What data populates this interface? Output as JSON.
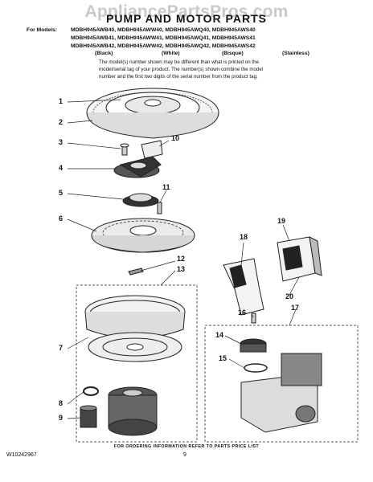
{
  "watermark": "AppliancePartsPros.com",
  "title": "PUMP AND MOTOR PARTS",
  "models": {
    "label": "For Models:",
    "lines": [
      "MDBH945AWB40, MDBH945AWW40, MDBH945AWQ40, MDBH945AWS40",
      "MDBH945AWB41, MDBH945AWW41, MDBH945AWQ41, MDBH945AWS41",
      "MDBH945AWB42, MDBH945AWW42, MDBH945AWQ42, MDBH945AWS42"
    ],
    "colors": [
      "(Black)",
      "(White)",
      "(Bisque)",
      "(Stainless)"
    ]
  },
  "note": [
    "The model(s) number shown may be different than what is printed on the",
    "model/serial tag of your product. The number(s) shown combine the model",
    "number and the first two digits of the serial number from the product tag."
  ],
  "callouts": [
    "1",
    "2",
    "3",
    "4",
    "5",
    "6",
    "7",
    "8",
    "9",
    "10",
    "11",
    "12",
    "13",
    "14",
    "15",
    "16",
    "17",
    "18",
    "19",
    "20"
  ],
  "footer": "FOR ORDERING INFORMATION REFER TO PARTS PRICE LIST",
  "doc_number": "W10242967",
  "page_number": "9"
}
